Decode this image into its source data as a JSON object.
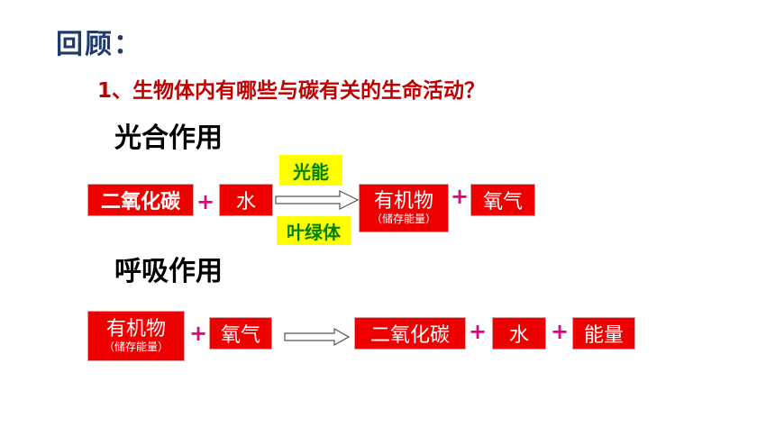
{
  "review_title": "回顾：",
  "question": "1、生物体内有哪些与碳有关的生命活动？",
  "photosynthesis": {
    "title": "光合作用",
    "reactant1": "二氧化碳",
    "plus1": "+",
    "reactant2": "水",
    "condition_top": "光能",
    "condition_bottom": "叶绿体",
    "product1_main": "有机物",
    "product1_sub": "（储存能量）",
    "plus2": "+",
    "product2": "氧气"
  },
  "respiration": {
    "title": "呼吸作用",
    "reactant1_main": "有机物",
    "reactant1_sub": "（储存能量）",
    "plus1": "+",
    "reactant2": "氧气",
    "product1": "二氧化碳",
    "plus2": "+",
    "product2": "水",
    "plus3": "+",
    "product3": "能量"
  },
  "colors": {
    "box_red": "#ee0000",
    "title_navy": "#1f3a6b",
    "question_red": "#c00000",
    "plus_magenta": "#e6007e",
    "condition_yellow": "#ffff00",
    "condition_text_green": "#008000"
  }
}
